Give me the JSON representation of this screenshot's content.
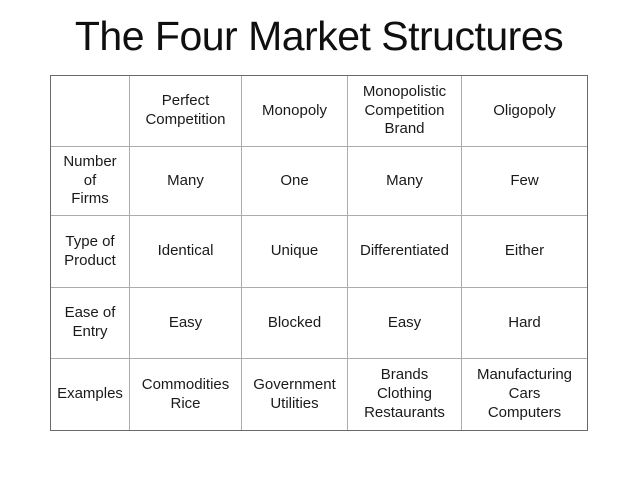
{
  "slide": {
    "title": "The Four Market Structures"
  },
  "table": {
    "corner_label": "",
    "column_headers": [
      "Perfect\nCompetition",
      "Monopoly",
      "Monopolistic\nCompetition\nBrand",
      "Oligopoly"
    ],
    "rows": [
      {
        "label": "Number of\nFirms",
        "cells": [
          "Many",
          "One",
          "Many",
          "Few"
        ]
      },
      {
        "label": "Type of\nProduct",
        "cells": [
          "Identical",
          "Unique",
          "Differentiated",
          "Either"
        ]
      },
      {
        "label": "Ease of\nEntry",
        "cells": [
          "Easy",
          "Blocked",
          "Easy",
          "Hard"
        ]
      },
      {
        "label": "Examples",
        "cells": [
          "Commodities\nRice",
          "Government\nUtilities",
          "Brands\nClothing\nRestaurants",
          "Manufacturing\nCars\nComputers"
        ]
      }
    ]
  },
  "colors": {
    "background": "#ffffff",
    "title_text": "#0f0f0f",
    "cell_text": "#1a1a1a",
    "outer_border": "#6a6a6a",
    "inner_border": "#ababab"
  }
}
